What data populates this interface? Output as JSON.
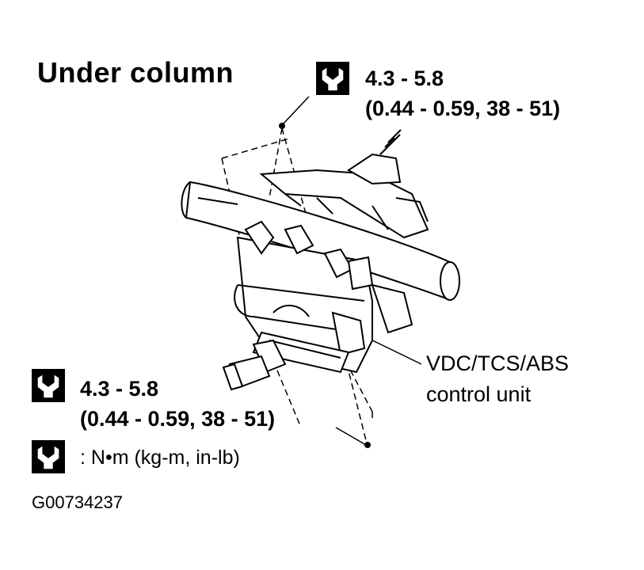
{
  "title": "Under column",
  "callouts": {
    "top": {
      "icon": "torque-wrench-icon",
      "range": "4.3 - 5.8",
      "detail": "(0.44 - 0.59, 38 - 51)"
    },
    "bottom": {
      "icon": "torque-wrench-icon",
      "range": "4.3 - 5.8",
      "detail": "(0.44 - 0.59, 38 - 51)"
    }
  },
  "component_label": {
    "line1": "VDC/TCS/ABS",
    "line2": "control unit"
  },
  "legend": {
    "icon": "torque-wrench-icon",
    "text": ":  N•m  (kg-m,  in-lb)"
  },
  "figure_code": "G00734237"
}
